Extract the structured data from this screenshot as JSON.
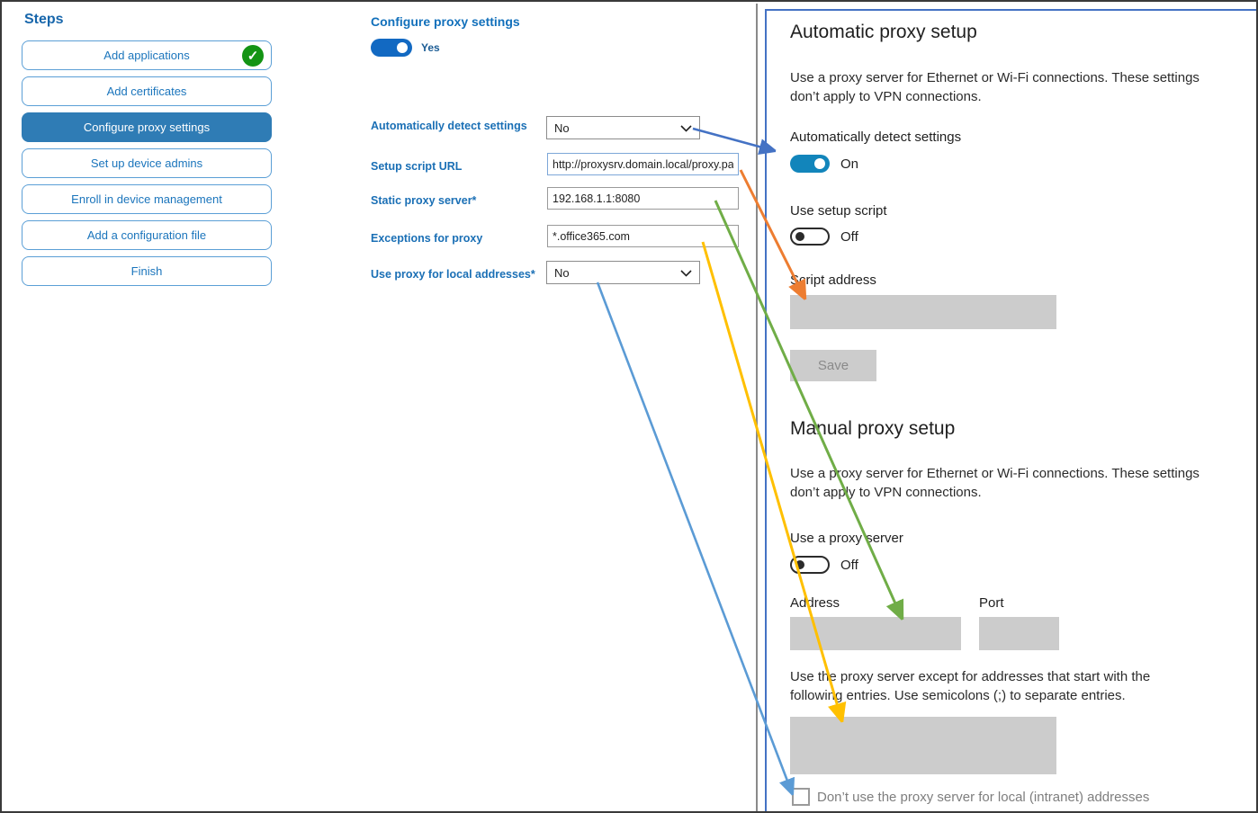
{
  "sidebar": {
    "title": "Steps",
    "items": [
      {
        "label": "Add applications",
        "completed": true,
        "selected": false
      },
      {
        "label": "Add certificates",
        "completed": false,
        "selected": false
      },
      {
        "label": "Configure proxy settings",
        "completed": false,
        "selected": true
      },
      {
        "label": "Set up device admins",
        "completed": false,
        "selected": false
      },
      {
        "label": "Enroll in device management",
        "completed": false,
        "selected": false
      },
      {
        "label": "Add a configuration file",
        "completed": false,
        "selected": false
      },
      {
        "label": "Finish",
        "completed": false,
        "selected": false
      }
    ]
  },
  "wizard": {
    "header": "Configure proxy settings",
    "enable_toggle": {
      "state": "on",
      "label": "Yes"
    },
    "fields": [
      {
        "label": "Automatically detect settings",
        "type": "select",
        "value": "No"
      },
      {
        "label": "Setup script URL",
        "type": "text",
        "value": "http://proxysrv.domain.local/proxy.pa"
      },
      {
        "label": "Static proxy server*",
        "type": "text",
        "value": "192.168.1.1:8080"
      },
      {
        "label": "Exceptions for proxy",
        "type": "text",
        "value": "*.office365.com"
      },
      {
        "label": "Use proxy for local addresses*",
        "type": "select",
        "value": "No"
      }
    ]
  },
  "settings_panel": {
    "automatic": {
      "title": "Automatic proxy setup",
      "description": "Use a proxy server for Ethernet or Wi-Fi connections. These settings don’t apply to VPN connections.",
      "detect_label": "Automatically detect settings",
      "detect_state": "On",
      "script_toggle_label": "Use setup script",
      "script_toggle_state": "Off",
      "script_address_label": "Script address",
      "script_address_value": "",
      "save_label": "Save"
    },
    "manual": {
      "title": "Manual proxy setup",
      "description": "Use a proxy server for Ethernet or Wi-Fi connections. These settings don’t apply to VPN connections.",
      "proxy_toggle_label": "Use a proxy server",
      "proxy_toggle_state": "Off",
      "address_label": "Address",
      "address_value": "",
      "port_label": "Port",
      "port_value": "",
      "exceptions_help": "Use the proxy server except for addresses that start with the following entries. Use semicolons (;) to separate entries.",
      "exceptions_value": "",
      "local_checkbox_label": "Don’t use the proxy server for local (intranet) addresses",
      "local_checkbox_checked": false
    }
  },
  "arrows": [
    {
      "name": "autodetect-mapping",
      "color": "#4472c4"
    },
    {
      "name": "setup-script-mapping",
      "color": "#ed7d31"
    },
    {
      "name": "static-proxy-mapping",
      "color": "#70ad47"
    },
    {
      "name": "exceptions-mapping",
      "color": "#ffc000"
    },
    {
      "name": "local-addresses-mapping",
      "color": "#5b9bd5"
    }
  ],
  "colors": {
    "sidebar_selected": "#2f7cb5",
    "sidebar_border": "#5b9fd6",
    "wizard_accent": "#1a6fb5",
    "settings_toggle_on": "#1285bb",
    "panel_border": "#4472c4",
    "completed_check": "#149414",
    "disabled_box": "#cccccc"
  }
}
